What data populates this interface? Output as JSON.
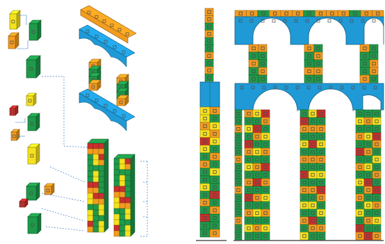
{
  "colors": {
    "orange": "#f39c1f",
    "blue": "#1f9ad6",
    "green": "#1f9a4a",
    "yellow": "#f5e21f",
    "red": "#c9302c",
    "stud": "#4a4a4a",
    "guide": "#3b7fc4",
    "ground": "#555555",
    "background": "#ffffff"
  },
  "icons": {
    "exploded": "exploded-assembly-diagram",
    "side": "side-elevation-view",
    "front": "front-elevation-view"
  }
}
